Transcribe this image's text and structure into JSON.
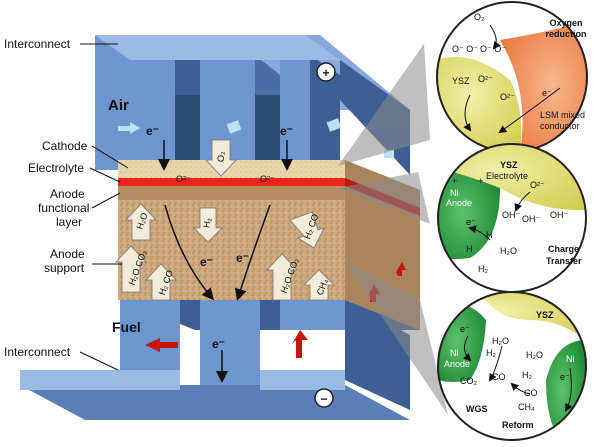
{
  "labels": {
    "interconnect_top": "Interconnect",
    "cathode": "Cathode",
    "electrolyte": "Electrolyte",
    "anode_functional_1": "Anode",
    "anode_functional_2": "functional",
    "anode_functional_3": "layer",
    "anode_support_1": "Anode",
    "anode_support_2": "support",
    "interconnect_bottom": "Interconnect",
    "air": "Air",
    "fuel": "Fuel",
    "plus": "+",
    "minus": "−"
  },
  "cell": {
    "electron": "e⁻",
    "o2": "O₂",
    "o2_ion": "O²⁻",
    "h2": "H₂",
    "h2o": "H₂O",
    "h2_co": "H₂ CO",
    "h2o_co2": "H₂O CO₂",
    "ch4": "CH₄"
  },
  "bubble_top": {
    "title_1": "Oxygen",
    "title_2": "reduction",
    "o2": "O₂",
    "ions": "O⁻ O⁻",
    "ions2": "O⁻ O⁻",
    "o2_ion_1": "O²⁻",
    "o2_ion_2": "O²⁻",
    "electron": "e⁻",
    "ysz": "YSZ",
    "lsm_1": "LSM mixed",
    "lsm_2": "conductor"
  },
  "bubble_mid": {
    "ysz_1": "YSZ",
    "ysz_2": "Electrolyte",
    "ni_1": "Ni",
    "ni_2": "Anode",
    "o2_ion": "O²⁻",
    "electron": "e⁻",
    "oh_1": "OH⁻",
    "oh_2": "OH⁻",
    "oh_3": "OH⁻",
    "h_1": "H",
    "h_2": "H",
    "h2o": "H₂O",
    "h2": "H₂",
    "title_1": "Charge",
    "title_2": "Transfer"
  },
  "bubble_bot": {
    "ysz": "YSZ",
    "ni_left_1": "Ni",
    "ni_left_2": "Anode",
    "ni_right": "Ni",
    "electron_1": "e⁻",
    "electron_2": "e⁻",
    "h2o_1": "H₂O",
    "h2o_2": "H₂O",
    "h2_1": "H₂",
    "h2_2": "H₂",
    "co2": "CO₂",
    "co_1": "CO",
    "co_2": "CO",
    "ch4": "CH₄",
    "wgs": "WGS",
    "reform": "Reform"
  },
  "colors": {
    "interconnect": "#6f95cf",
    "interconnect_dark": "#3e5f93",
    "interconnect_light": "#9bbbe6",
    "cathode": "#e8d2a8",
    "electrolyte": "#e8261c",
    "anode": "#c9a77a",
    "ysz": "#e3e079",
    "lsm": "#f08e52",
    "ni": "#1f9a3a",
    "arrow_fill": "#f3ead8"
  }
}
